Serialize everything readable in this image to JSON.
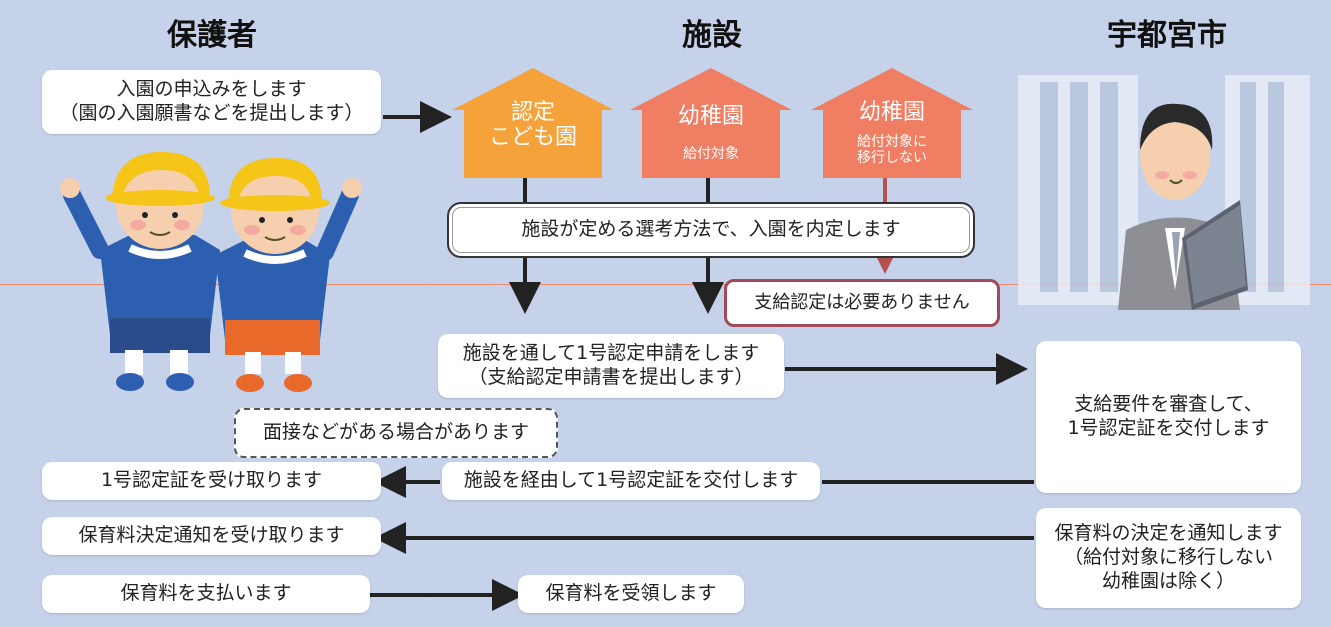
{
  "columns": {
    "guardian": "保護者",
    "facility": "施設",
    "city": "宇都宮市"
  },
  "houses": [
    {
      "main": "認定\nこども園",
      "sub": "",
      "color": "#f5a23a",
      "roof": "#f5a23a"
    },
    {
      "main": "幼稚園",
      "sub": "給付対象",
      "color": "#ef7e63",
      "roof": "#e8694f"
    },
    {
      "main": "幼稚園",
      "sub": "給付対象に\n移行しない",
      "color": "#ef7e63",
      "roof": "#e8694f"
    }
  ],
  "boxes": {
    "apply": "入園の申込みをします\n（園の入園願書などを提出します）",
    "selection": "施設が定める選考方法で、入園を内定します",
    "not_needed": "支給認定は必要ありません",
    "request": "施設を通して1号認定申請をします\n（支給認定申請書を提出します）",
    "interview": "面接などがある場合があります",
    "city_review": "支給要件を審査して、\n1号認定証を交付します",
    "receive_cert": "1号認定証を受け取ります",
    "issue_via": "施設を経由して1号認定証を交付します",
    "receive_notice": "保育料決定通知を受け取ります",
    "city_notice": "保育料の決定を通知します\n（給付対象に移行しない\n幼稚園は除く）",
    "pay": "保育料を支払います",
    "collect": "保育料を受領します"
  },
  "colors": {
    "background": "#c5d2ea",
    "arrow": "#222222",
    "red_arrow": "#b4504d",
    "red_border": "#a04a5a"
  }
}
